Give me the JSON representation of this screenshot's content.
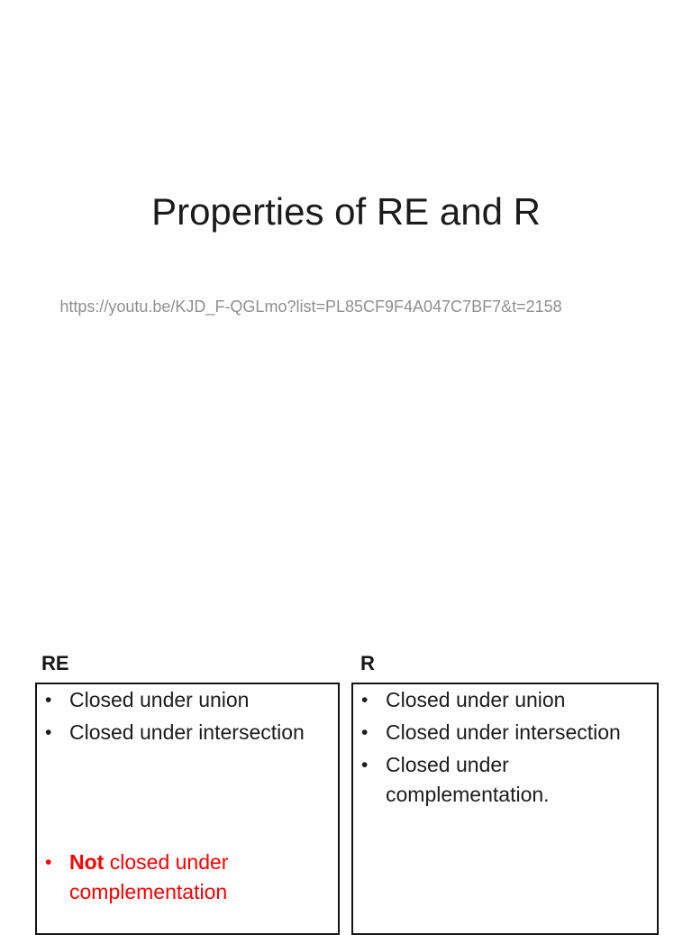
{
  "slide": {
    "title": "Properties of RE and R",
    "link": "https://youtu.be/KJD_F-QGLmo?list=PL85CF9F4A047C7BF7&t=2158",
    "columns": [
      {
        "header": "RE",
        "items": [
          {
            "text": "Closed under union"
          },
          {
            "text": "Closed under intersection"
          },
          {
            "lead": "Not",
            "text": "closed under complementation",
            "emphasis": "red"
          }
        ]
      },
      {
        "header": "R",
        "items": [
          {
            "text": "Closed under union"
          },
          {
            "text": "Closed under intersection"
          },
          {
            "text": "Closed under complementation."
          }
        ]
      }
    ]
  },
  "glyphs": {
    "bullet": "•"
  },
  "colors": {
    "background": "#FFFFFF",
    "text_black": "#1C1C1C",
    "link_gray": "#8F8F8F",
    "accent_red": "#FE0000",
    "box_border": "#141414"
  }
}
